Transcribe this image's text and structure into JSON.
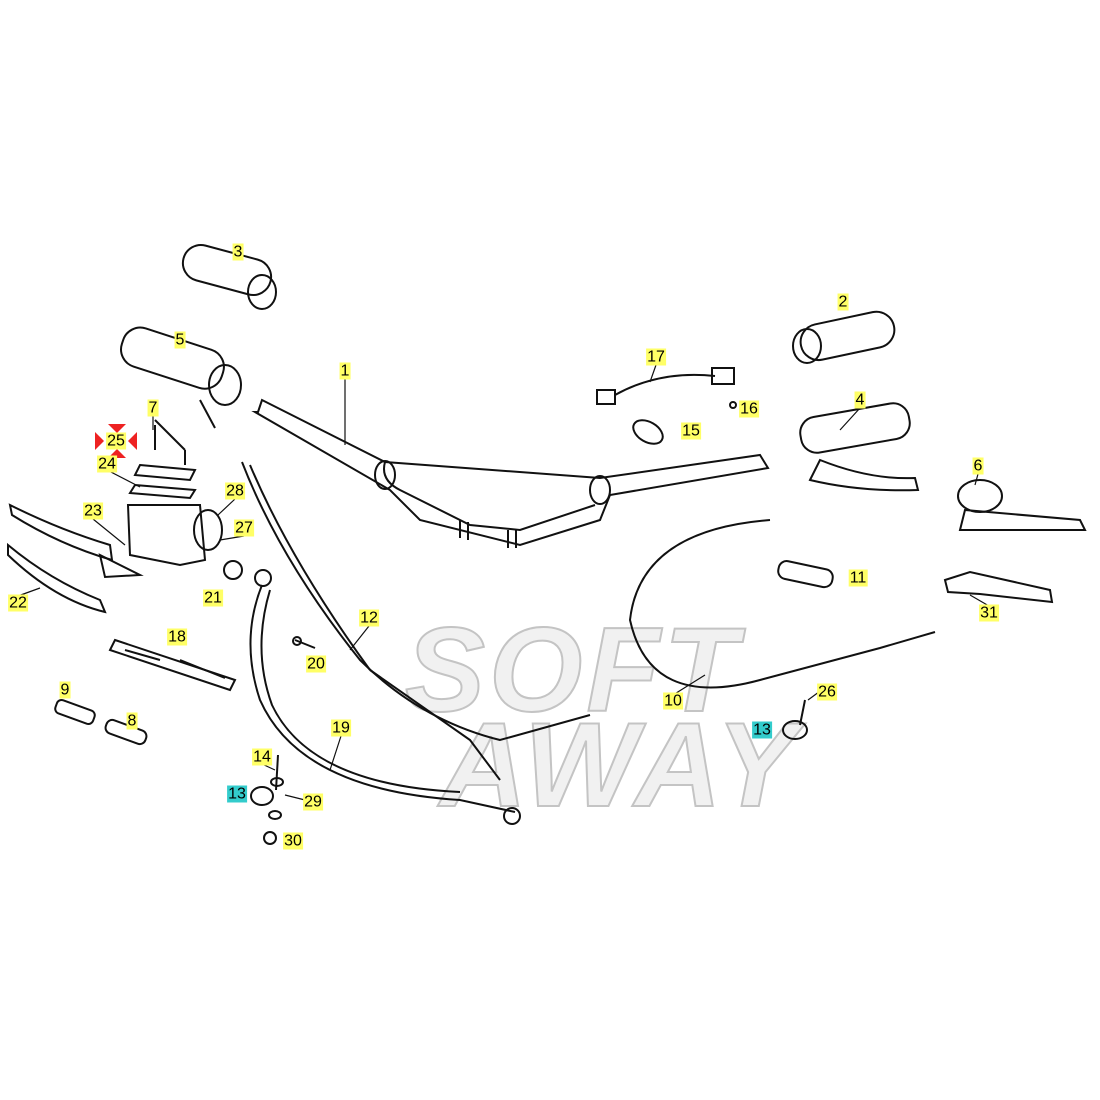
{
  "watermark": {
    "line1": "SOFT",
    "line2": "AWAY"
  },
  "colors": {
    "label_yellow": "#ffff66",
    "label_cyan": "#33cccc",
    "marker_red": "#ee2222",
    "line": "#111111"
  },
  "labels": [
    {
      "id": "3",
      "text": "3",
      "color": "yellow"
    },
    {
      "id": "2",
      "text": "2",
      "color": "yellow"
    },
    {
      "id": "5",
      "text": "5",
      "color": "yellow"
    },
    {
      "id": "17",
      "text": "17",
      "color": "yellow"
    },
    {
      "id": "1",
      "text": "1",
      "color": "yellow"
    },
    {
      "id": "4",
      "text": "4",
      "color": "yellow"
    },
    {
      "id": "16",
      "text": "16",
      "color": "yellow"
    },
    {
      "id": "7",
      "text": "7",
      "color": "yellow"
    },
    {
      "id": "15",
      "text": "15",
      "color": "yellow"
    },
    {
      "id": "25",
      "text": "25",
      "color": "yellow"
    },
    {
      "id": "24",
      "text": "24",
      "color": "yellow"
    },
    {
      "id": "6",
      "text": "6",
      "color": "yellow"
    },
    {
      "id": "28",
      "text": "28",
      "color": "yellow"
    },
    {
      "id": "23",
      "text": "23",
      "color": "yellow"
    },
    {
      "id": "27",
      "text": "27",
      "color": "yellow"
    },
    {
      "id": "11",
      "text": "11",
      "color": "yellow"
    },
    {
      "id": "21",
      "text": "21",
      "color": "yellow"
    },
    {
      "id": "22",
      "text": "22",
      "color": "yellow"
    },
    {
      "id": "12",
      "text": "12",
      "color": "yellow"
    },
    {
      "id": "31",
      "text": "31",
      "color": "yellow"
    },
    {
      "id": "18",
      "text": "18",
      "color": "yellow"
    },
    {
      "id": "20",
      "text": "20",
      "color": "yellow"
    },
    {
      "id": "9",
      "text": "9",
      "color": "yellow"
    },
    {
      "id": "26",
      "text": "26",
      "color": "yellow"
    },
    {
      "id": "10",
      "text": "10",
      "color": "yellow"
    },
    {
      "id": "8",
      "text": "8",
      "color": "yellow"
    },
    {
      "id": "13a",
      "text": "13",
      "color": "cyan"
    },
    {
      "id": "19",
      "text": "19",
      "color": "yellow"
    },
    {
      "id": "14",
      "text": "14",
      "color": "yellow"
    },
    {
      "id": "13b",
      "text": "13",
      "color": "cyan"
    },
    {
      "id": "29",
      "text": "29",
      "color": "yellow"
    },
    {
      "id": "30",
      "text": "30",
      "color": "yellow"
    }
  ]
}
